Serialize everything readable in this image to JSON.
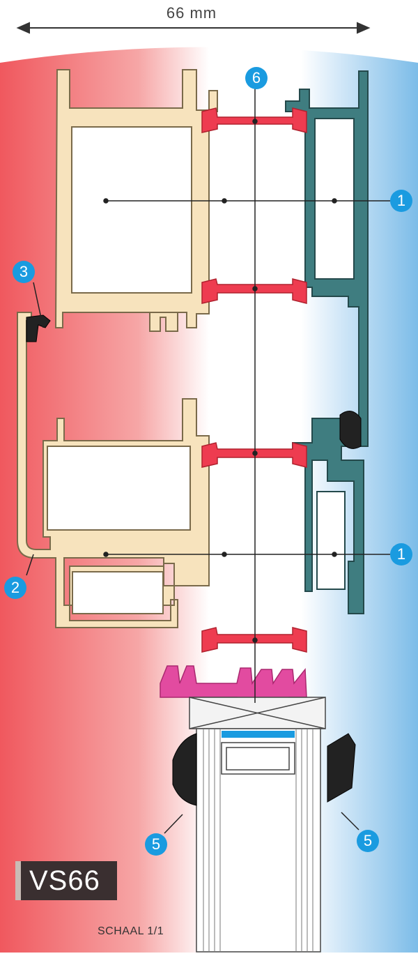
{
  "dimension": {
    "label": "66 mm"
  },
  "callouts": [
    {
      "id": "c6",
      "number": "6"
    },
    {
      "id": "c1a",
      "number": "1"
    },
    {
      "id": "c3",
      "number": "3"
    },
    {
      "id": "c1b",
      "number": "1"
    },
    {
      "id": "c2",
      "number": "2"
    },
    {
      "id": "c5a",
      "number": "5"
    },
    {
      "id": "c5b",
      "number": "5"
    }
  ],
  "model": {
    "name": "VS66"
  },
  "scale": {
    "label": "SCHAAL 1/1"
  },
  "colors": {
    "warm_side": "#f0585e",
    "cold_side": "#7cbce8",
    "inner_profile": "#f7e3bd",
    "outer_profile": "#3f7d80",
    "thermal_break": "#ee3c50",
    "magenta_bridge": "#e24ba0",
    "gasket": "#222222",
    "callout": "#1a9be0"
  }
}
